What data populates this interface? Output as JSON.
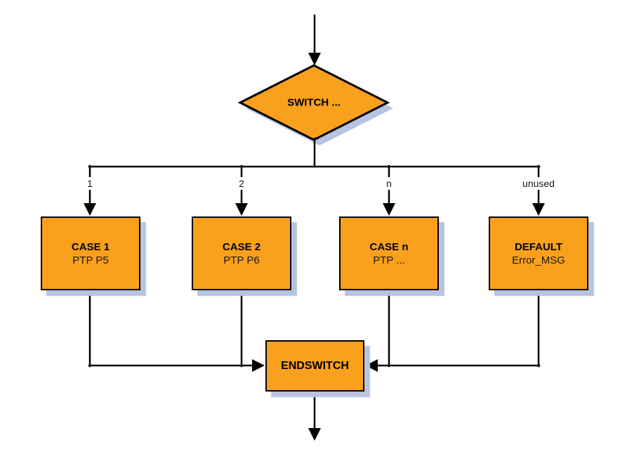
{
  "diagram": {
    "type": "flowchart",
    "decision_node": {
      "label": "SWITCH ..."
    },
    "branches": [
      {
        "label": "1",
        "box_title": "CASE 1",
        "box_subtitle": "PTP P5"
      },
      {
        "label": "2",
        "box_title": "CASE 2",
        "box_subtitle": "PTP P6"
      },
      {
        "label": "n",
        "box_title": "CASE n",
        "box_subtitle": "PTP ..."
      },
      {
        "label": "unused",
        "box_title": "DEFAULT",
        "box_subtitle": "Error_MSG"
      }
    ],
    "end_node": {
      "label": "ENDSWITCH"
    },
    "colors": {
      "node_fill": "#f9a01c",
      "node_border": "#000000",
      "shadow": "#b6c4e2",
      "line": "#000000",
      "background": "#ffffff"
    }
  }
}
